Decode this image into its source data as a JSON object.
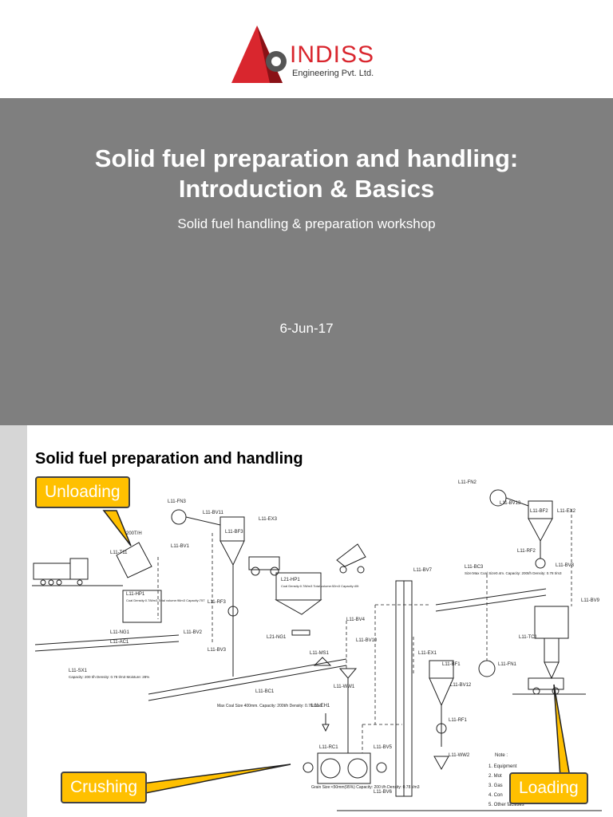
{
  "logo": {
    "brand": "INDISS",
    "tagline": "Engineering Pvt. Ltd."
  },
  "title_line1": "Solid fuel preparation and handling:",
  "title_line2": "Introduction & Basics",
  "subtitle": "Solid fuel handling & preparation workshop",
  "date": "6-Jun-17",
  "slide": {
    "title": "Solid fuel preparation and handling",
    "callouts": {
      "unloading": "Unloading",
      "crushing": "Crushing",
      "loading": "Loading"
    },
    "diagram_labels": {
      "fn3": "L11-FN3",
      "bv11": "L11-BV11",
      "bf3": "L11-BF3",
      "ex3": "L11-EX3",
      "t11": "L11-T11",
      "rate": "200T/H",
      "bv1": "L11-BV1",
      "hp1": "L11-HP1",
      "hp1_spec": "Coal Density:0.78t/m3 Total volume:96m3 Capacity:75T",
      "ng1": "L11-NG1",
      "bv2": "L11-BV2",
      "ac1": "L11-AC1",
      "sx1": "L11-SX1",
      "sx1_spec": "Capacity: 200 t/h Density: 0.78 t/m3 Moisture: 28%",
      "rf3": "L11-RF3",
      "bv3": "L11-BV3",
      "bc1": "L11-BC1",
      "bc1_spec": "Max Coal Size 400mm. Capacity: 200t/h Density: 0.78 t/m3",
      "hp1b": "L21-HP1",
      "hp1b_spec": "Coal Density:0.78t/m3 Total volume:52m3 Capacity:40t",
      "ng1b": "L21-NG1",
      "bv4": "L11-BV4",
      "bv10": "L11-BV10",
      "ms1": "L11-MS1",
      "ww1": "L11-WW1",
      "eh1": "L11-EH1",
      "rc1": "L11-RC1",
      "bv5": "L11-BV5",
      "bv6": "L11-BV6",
      "rc1_spec": "Grain Size:<50mm(95%) Capacity: 200 t/h Density: 0.78 t/m3",
      "fn2": "L11-FN2",
      "bv13": "L11-BV13",
      "bf2": "L11-BF2",
      "ex2": "L11-EX2",
      "rf2": "L11-RF2",
      "bv8": "L11-BV8",
      "bv7": "L11-BV7",
      "bc3": "L11-BC3",
      "bc3_spec": "Size:Max Coal Size0.4m. Capacity: 200t/h Density: 0.78 t/m3",
      "bv9": "L11-BV9",
      "tc1": "L11-TC1",
      "ex1": "L11-EX1",
      "bf1": "L11-BF1",
      "fn1": "L11-FN1",
      "bv12": "L11-BV12",
      "rf1": "L11-RF1",
      "ww2": "L11-WW2",
      "note_title": "Note :",
      "notes": [
        "1. Equipment",
        "2. Mot",
        "3. Gas",
        "4. Con",
        "5. Other facilities"
      ]
    }
  },
  "colors": {
    "brand_red": "#d9262e",
    "banner_gray": "#7f7f7f",
    "callout_yellow": "#ffc000"
  }
}
